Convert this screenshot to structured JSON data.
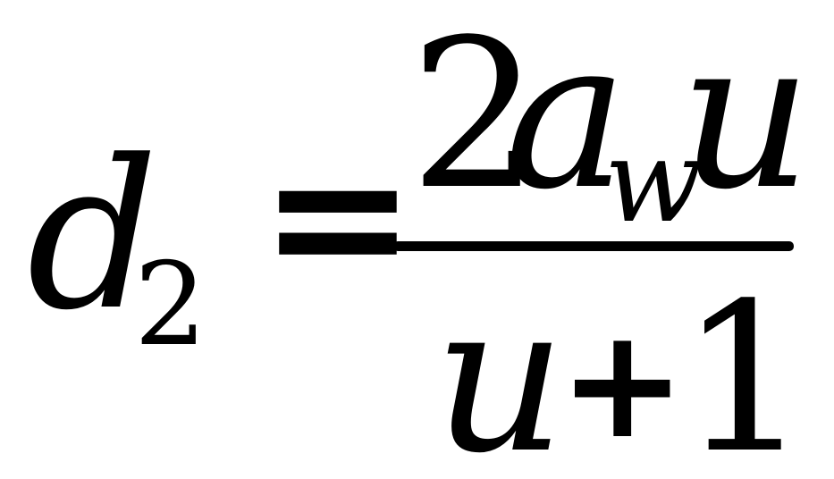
{
  "formula": {
    "lhs": {
      "variable": "d",
      "subscript": "2"
    },
    "relation": "=",
    "fraction": {
      "numerator": {
        "coefficient": "2",
        "variable": "a",
        "variable_subscript": "w",
        "factor": "u"
      },
      "denominator": {
        "variable": "u",
        "operator": "+",
        "constant": "1"
      }
    }
  },
  "colors": {
    "text": "#000000",
    "background": "#ffffff"
  }
}
